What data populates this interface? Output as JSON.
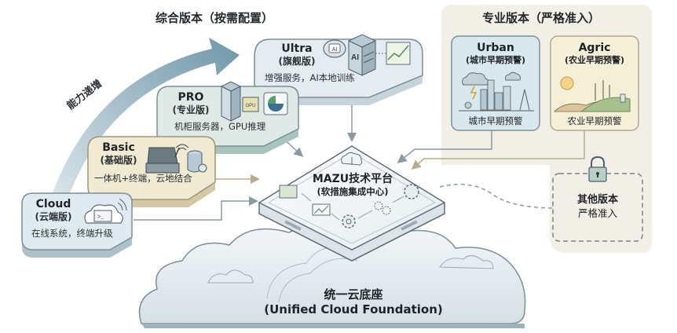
{
  "titles": {
    "general": "综合版本（按需配置）",
    "professional": "专业版本（严格准入）",
    "capability_arrow": "能力递增"
  },
  "tiers": [
    {
      "id": "ultra",
      "name": "Ultra",
      "sub": "(旗舰版)",
      "desc": "增强服务，AI本地训练",
      "icons": [
        "ai-brain-icon",
        "ai-server-icon",
        "chart-icon"
      ]
    },
    {
      "id": "pro",
      "name": "PRO",
      "sub": "(专业版)",
      "desc": "机柜服务器，GPU推理",
      "icons": [
        "rack-server-icon",
        "gpu-chip-icon",
        "pie-chart-icon"
      ]
    },
    {
      "id": "basic",
      "name": "Basic",
      "sub": "(基础版)",
      "desc": "一体机+终端，云地结合",
      "icons": [
        "rugged-case-icon",
        "wifi-icon",
        "database-icon"
      ]
    },
    {
      "id": "cloud",
      "name": "Cloud",
      "sub": "(云端版)",
      "desc": "在线系统，终端升级",
      "icons": [
        "cloud-terminal-icon",
        "signal-icon"
      ]
    }
  ],
  "professional": {
    "cards": [
      {
        "id": "urban",
        "name": "Urban",
        "sub": "(城市早期预警)",
        "foot": "城市早期预警",
        "icon": "city-storm-icon"
      },
      {
        "id": "agric",
        "name": "Agric",
        "sub": "(农业早期预警)",
        "foot": "农业早期预警",
        "icon": "farm-sun-icon"
      }
    ],
    "other": {
      "title": "其他版本",
      "desc": "严格准入",
      "icon": "lock-icon"
    }
  },
  "platform": {
    "title": "MAZU技术平台",
    "sub": "(软措施集成中心)",
    "icons": [
      "cloud-download-icon",
      "map-icon",
      "chart-icon",
      "gear-icon",
      "gears-icon",
      "gear-icon"
    ]
  },
  "foundation": {
    "title": "统一云底座",
    "sub": "(Unified Cloud Foundation)"
  },
  "colors": {
    "ultra": "#e4ecf1",
    "pro": "#dfeae6",
    "basic": "#f1ead2",
    "cloud": "#e0ebf1",
    "pro_panel": "#f2efe6",
    "urban": "#d9e7ee",
    "agric": "#f4efd6",
    "arrow": "#7fa3b5",
    "connector": "#8a9aa3"
  }
}
